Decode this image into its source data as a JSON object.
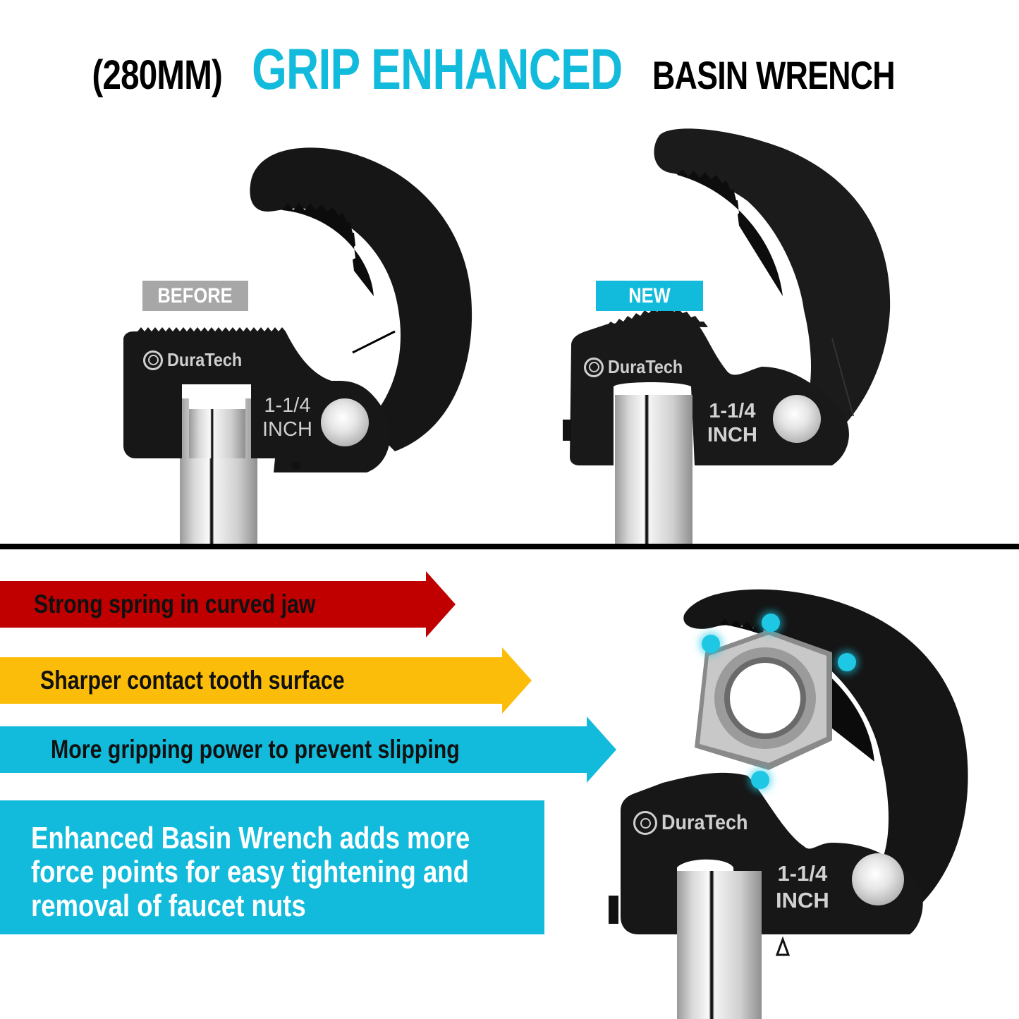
{
  "header": {
    "size_text": "(280MM)",
    "accent_text": "GRIP ENHANCED",
    "product_text": "BASIN WRENCH"
  },
  "comparison": {
    "before": {
      "tag": "BEFORE",
      "brand": "DuraTech",
      "size_line1": "1-1/4",
      "size_line2": "INCH"
    },
    "new": {
      "tag": "NEW",
      "brand": "DuraTech",
      "size_line1": "1-1/4",
      "size_line2": "INCH"
    }
  },
  "features": [
    {
      "label": "Strong spring in curved jaw",
      "color": "#c00000"
    },
    {
      "label": "Sharper contact tooth surface",
      "color": "#fbbd0a"
    },
    {
      "label": "More gripping power to prevent slipping",
      "color": "#12bbdb"
    }
  ],
  "description": {
    "line1": "Enhanced Basin Wrench adds more",
    "line2": "force points for easy tightening and",
    "line3": "removal of faucet nuts"
  },
  "demo": {
    "brand": "DuraTech",
    "size_line1": "1-1/4",
    "size_line2": "INCH",
    "contact_point_count": 4
  },
  "colors": {
    "accent": "#12bbdb",
    "before_tag": "#a7a7a7",
    "wrench": "#141414",
    "contact_dot": "#1ec8e4"
  }
}
